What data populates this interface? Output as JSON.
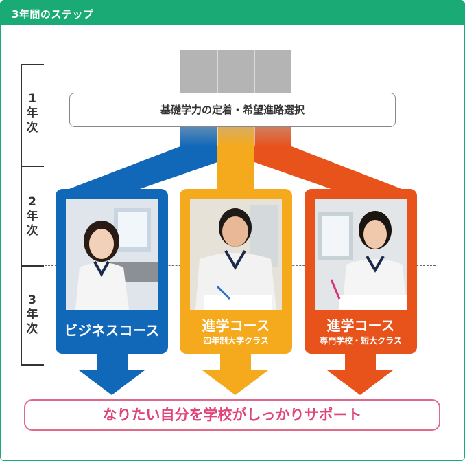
{
  "header": {
    "title": "3年間のステップ"
  },
  "years": [
    {
      "label": [
        "1",
        "年",
        "次"
      ]
    },
    {
      "label": [
        "2",
        "年",
        "次"
      ]
    },
    {
      "label": [
        "3",
        "年",
        "次"
      ]
    }
  ],
  "top_box": {
    "text": "基礎学力の定着・希望進路選択"
  },
  "courses": [
    {
      "name": "ビジネスコース",
      "sub": "",
      "color": "#1268b8"
    },
    {
      "name": "進学コース",
      "sub": "四年制大学クラス",
      "color": "#f5a91c"
    },
    {
      "name": "進学コース",
      "sub": "専門学校・短大クラス",
      "color": "#e8521b"
    }
  ],
  "bottom_box": {
    "text": "なりたい自分を学校がしっかりサポート"
  },
  "colors": {
    "header": "#1aaa76",
    "blue": "#1268b8",
    "yellow": "#f5a91c",
    "orange": "#e8521b",
    "pink": "#e0457a",
    "gray": "#b4b4b4"
  }
}
